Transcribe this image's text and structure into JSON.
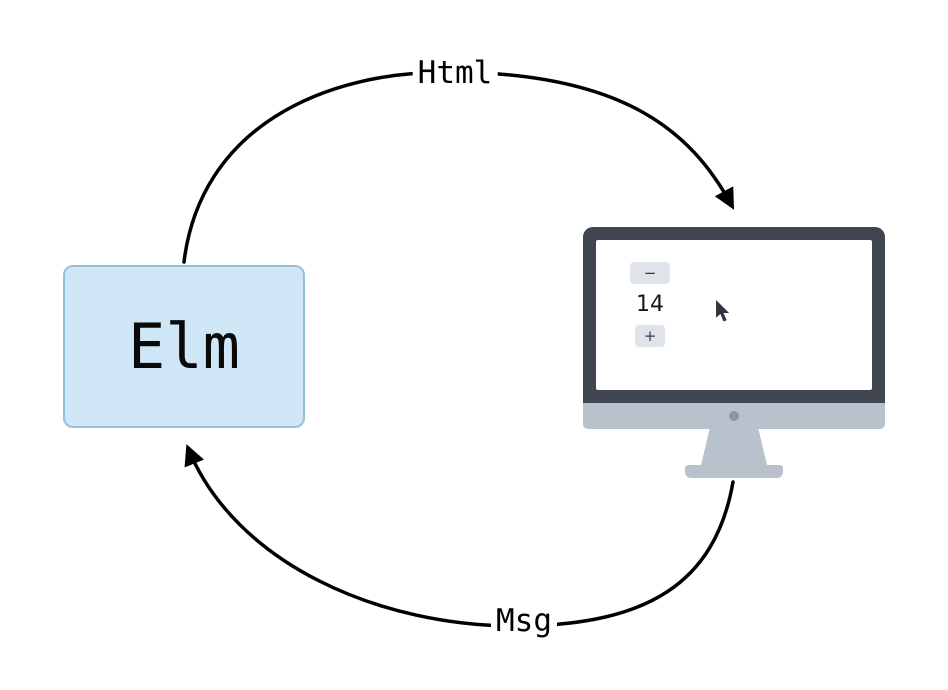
{
  "diagram": {
    "elm_label": "Elm",
    "html_arrow_label": "Html",
    "msg_arrow_label": "Msg"
  },
  "counter": {
    "decrement_label": "−",
    "value": "14",
    "increment_label": "+"
  },
  "icons": {
    "cursor": "mouse-cursor-arrow",
    "camera_dot": "monitor-logo-dot"
  },
  "colors": {
    "elm_box_fill": "#cfe6f7",
    "elm_box_border": "#94bfdd",
    "monitor_bezel": "#3f4650",
    "monitor_chin": "#b9c1cc",
    "button_bg": "#dfe4ea",
    "arrow": "#000000"
  }
}
